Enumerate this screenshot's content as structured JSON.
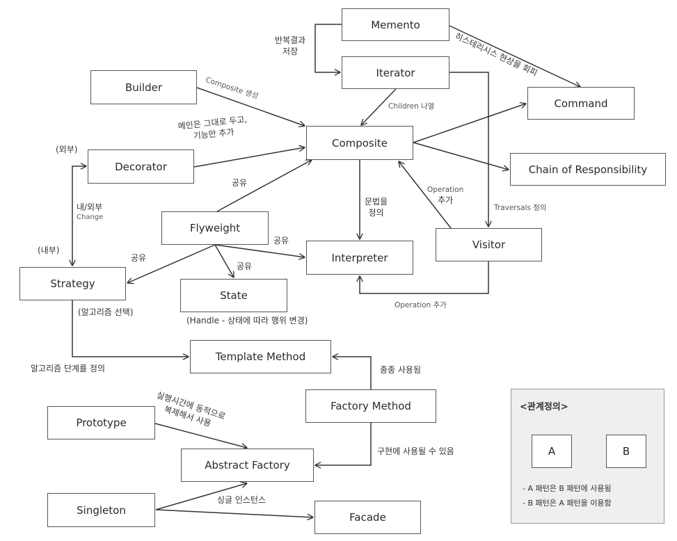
{
  "patterns": {
    "memento": "Memento",
    "iterator": "Iterator",
    "command": "Command",
    "builder": "Builder",
    "composite": "Composite",
    "chain_of_responsibility": "Chain of Responsibility",
    "decorator": "Decorator",
    "flyweight": "Flyweight",
    "interpreter": "Interpreter",
    "visitor": "Visitor",
    "strategy": "Strategy",
    "state": "State",
    "template_method": "Template Method",
    "factory_method": "Factory Method",
    "prototype": "Prototype",
    "abstract_factory": "Abstract Factory",
    "singleton": "Singleton",
    "facade": "Facade"
  },
  "relations": {
    "memento_iterator_line1": "반복결과",
    "memento_iterator_line2": "저장",
    "memento_command": "히스테리시스 현상을 회피",
    "builder_composite": "Composite 생성",
    "iterator_composite": "Children 나열",
    "decorator_composite_line1": "메인은 그대로 두고,",
    "decorator_composite_line2": "기능만 추가",
    "flyweight_composite": "공유",
    "decorator_outer": "(외부)",
    "strategy_inner": "(내부)",
    "decorator_strategy_line1": "내/외부",
    "decorator_strategy_line2": "Change",
    "composite_interpreter_line1": "문법을",
    "composite_interpreter_line2": "정의",
    "visitor_composite_line1": "Operation",
    "visitor_composite_line2": "추가",
    "iterator_visitor": "Traversals 정의",
    "flyweight_interpreter": "공유",
    "flyweight_state": "공유",
    "flyweight_strategy": "공유",
    "visitor_interpreter": "Operation 추가",
    "strategy_note": "(알고리즘 선택)",
    "state_note": "(Handle - 상태에 따라 행위 변경)",
    "strategy_template": "알고리즘 단계를 정의",
    "factory_template": "종종 사용됨",
    "prototype_abstract_line1": "실행시간에 동적으로",
    "prototype_abstract_line2": "복제해서 사용",
    "factory_abstract": "구현에 사용될 수 있음",
    "singleton_note": "싱글 인스턴스"
  },
  "legend": {
    "title": "<관계정의>",
    "box_a": "A",
    "box_b": "B",
    "note1": "- A 패턴은 B 패턴에 사용됨",
    "note2": "- B 패턴은 A 패턴을 이용함"
  },
  "colors": {
    "line": "#333333",
    "box_border": "#555555",
    "legend_bg": "#efefef"
  }
}
